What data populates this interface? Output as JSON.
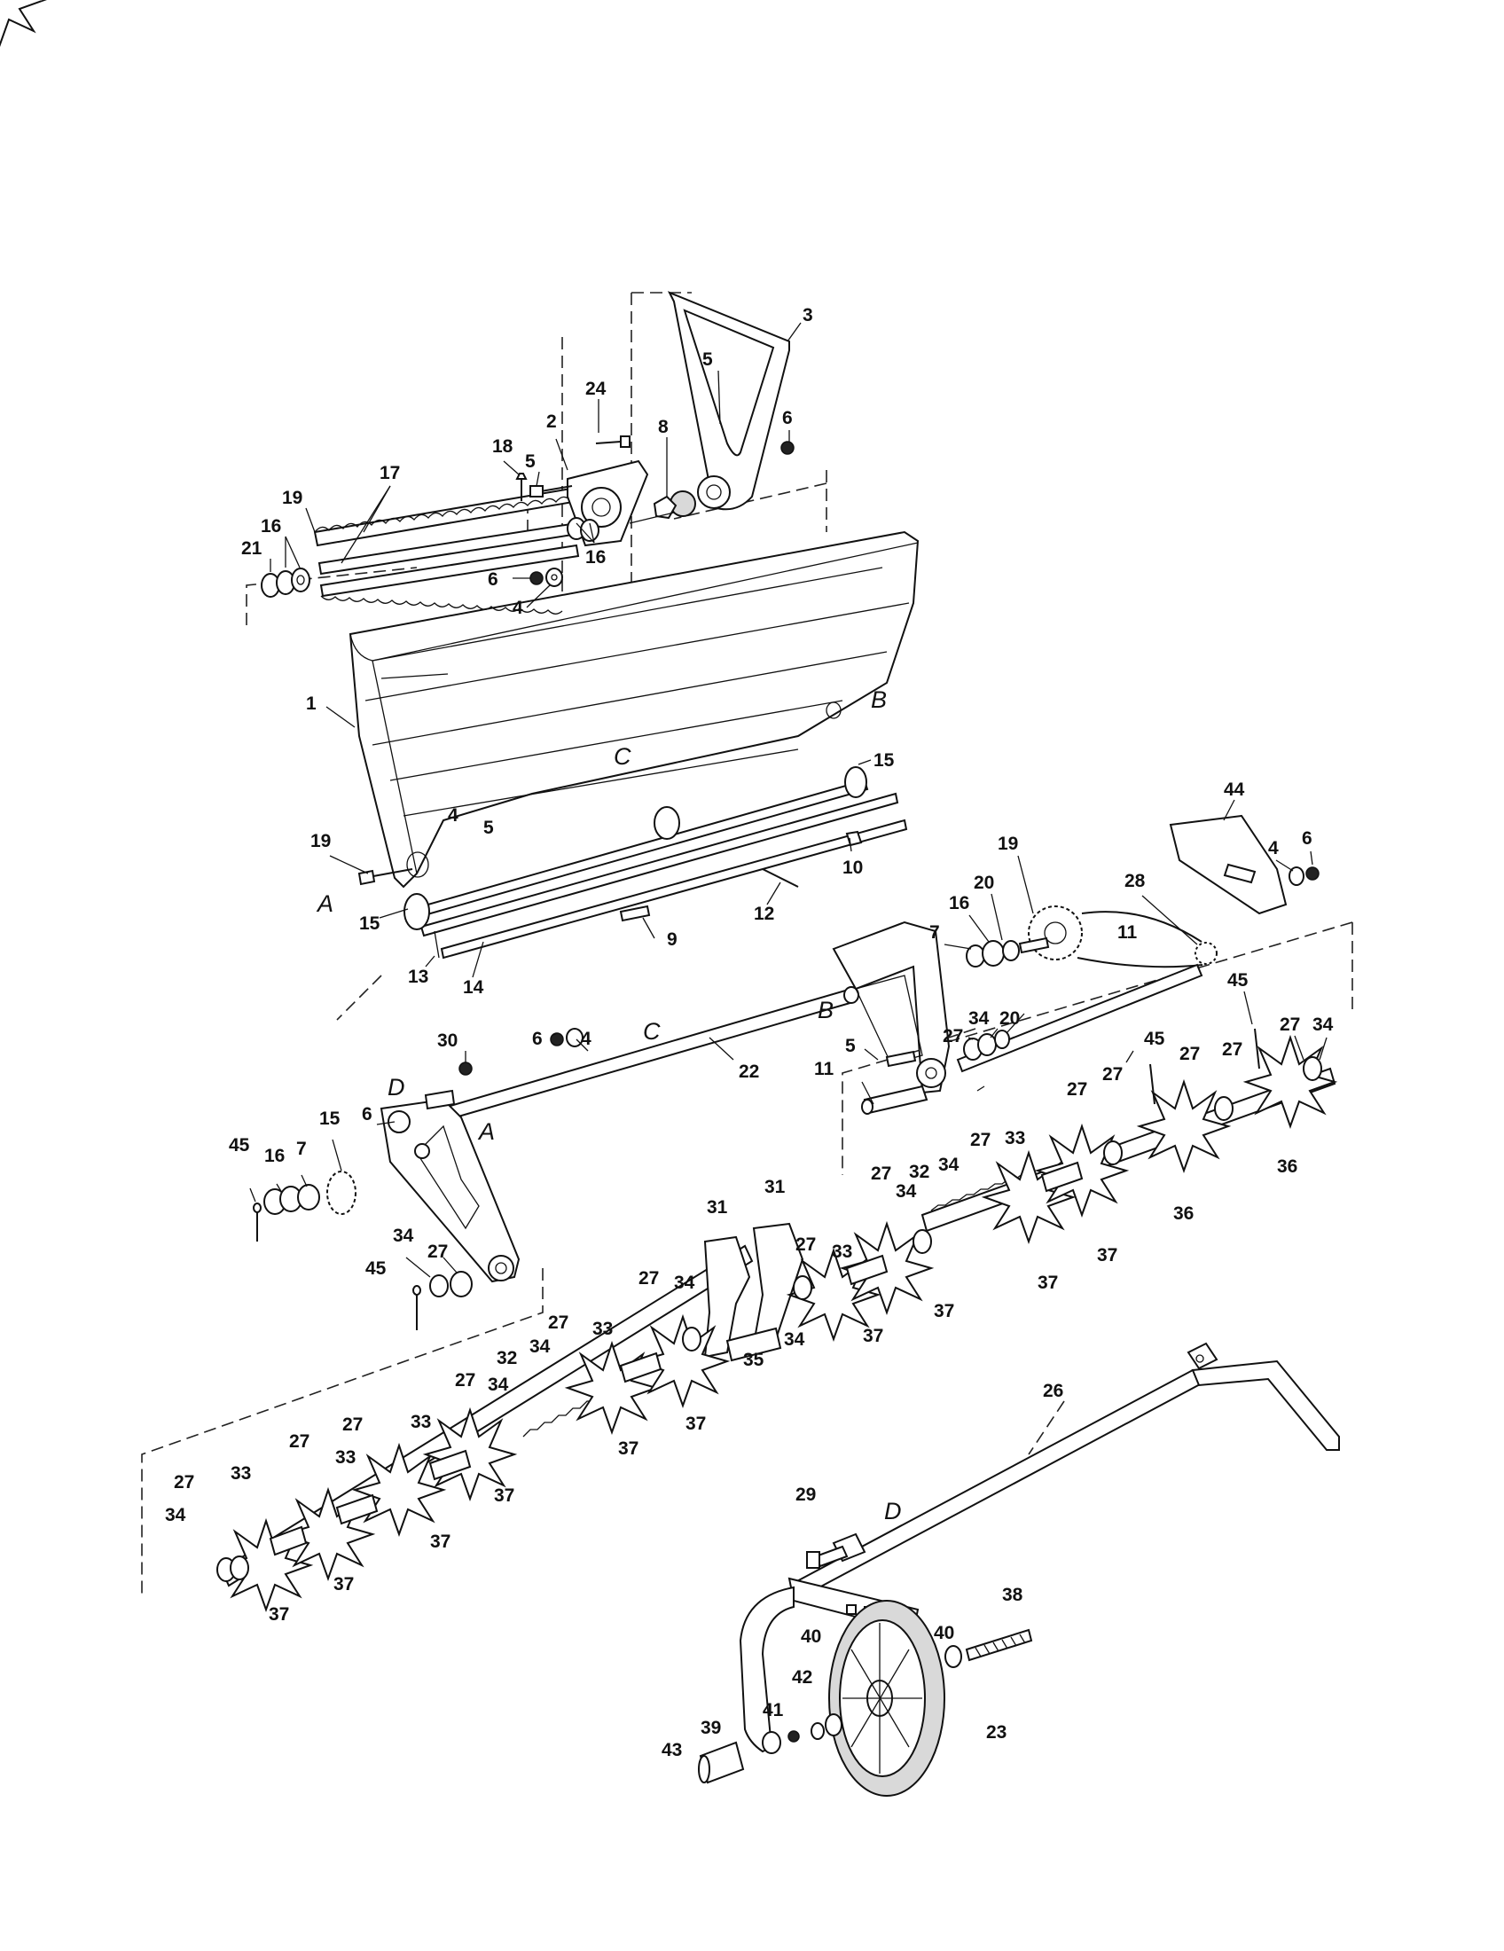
{
  "callouts": [
    {
      "id": "c1",
      "text": "3"
    },
    {
      "id": "c2",
      "text": "5"
    },
    {
      "id": "c3",
      "text": "24"
    },
    {
      "id": "c4",
      "text": "8"
    },
    {
      "id": "c5",
      "text": "6"
    },
    {
      "id": "c6",
      "text": "2"
    },
    {
      "id": "c7",
      "text": "18"
    },
    {
      "id": "c8",
      "text": "17"
    },
    {
      "id": "c9",
      "text": "5"
    },
    {
      "id": "c10",
      "text": "19"
    },
    {
      "id": "c11",
      "text": "16"
    },
    {
      "id": "c12",
      "text": "21"
    },
    {
      "id": "c13",
      "text": "16"
    },
    {
      "id": "c14",
      "text": "6"
    },
    {
      "id": "c15",
      "text": "4"
    },
    {
      "id": "c16",
      "text": "1"
    },
    {
      "id": "c17",
      "text": "15"
    },
    {
      "id": "c18",
      "text": "4"
    },
    {
      "id": "c19",
      "text": "5"
    },
    {
      "id": "c20",
      "text": "19"
    },
    {
      "id": "c21",
      "text": "15"
    },
    {
      "id": "c22",
      "text": "10"
    },
    {
      "id": "c23",
      "text": "12"
    },
    {
      "id": "c24",
      "text": "9"
    },
    {
      "id": "c25",
      "text": "13"
    },
    {
      "id": "c26",
      "text": "14"
    },
    {
      "id": "c27",
      "text": "44"
    },
    {
      "id": "c28",
      "text": "4"
    },
    {
      "id": "c29",
      "text": "6"
    },
    {
      "id": "c30",
      "text": "19"
    },
    {
      "id": "c31",
      "text": "28"
    },
    {
      "id": "c32",
      "text": "20"
    },
    {
      "id": "c33",
      "text": "16"
    },
    {
      "id": "c34",
      "text": "7"
    },
    {
      "id": "c35",
      "text": "11"
    },
    {
      "id": "c36",
      "text": "45"
    },
    {
      "id": "c37",
      "text": "34"
    },
    {
      "id": "c38",
      "text": "27"
    },
    {
      "id": "c39",
      "text": "20"
    },
    {
      "id": "c40",
      "text": "27"
    },
    {
      "id": "c41",
      "text": "34"
    },
    {
      "id": "c42",
      "text": "6"
    },
    {
      "id": "c43",
      "text": "4"
    },
    {
      "id": "c44",
      "text": "30"
    },
    {
      "id": "c45",
      "text": "22"
    },
    {
      "id": "c46",
      "text": "5"
    },
    {
      "id": "c47",
      "text": "11"
    },
    {
      "id": "c48",
      "text": "45"
    },
    {
      "id": "c49",
      "text": "27"
    },
    {
      "id": "c50",
      "text": "27"
    },
    {
      "id": "c51",
      "text": "27"
    },
    {
      "id": "c52",
      "text": "27"
    },
    {
      "id": "c53",
      "text": "36"
    },
    {
      "id": "c54",
      "text": "36"
    },
    {
      "id": "c55",
      "text": "6"
    },
    {
      "id": "c56",
      "text": "45"
    },
    {
      "id": "c57",
      "text": "16"
    },
    {
      "id": "c58",
      "text": "7"
    },
    {
      "id": "c59",
      "text": "15"
    },
    {
      "id": "c60",
      "text": "33"
    },
    {
      "id": "c61",
      "text": "27"
    },
    {
      "id": "c62",
      "text": "32"
    },
    {
      "id": "c63",
      "text": "34"
    },
    {
      "id": "c64",
      "text": "27"
    },
    {
      "id": "c65",
      "text": "34"
    },
    {
      "id": "c66",
      "text": "37"
    },
    {
      "id": "c67",
      "text": "37"
    },
    {
      "id": "c68",
      "text": "31"
    },
    {
      "id": "c69",
      "text": "31"
    },
    {
      "id": "c70",
      "text": "27"
    },
    {
      "id": "c71",
      "text": "33"
    },
    {
      "id": "c72",
      "text": "37"
    },
    {
      "id": "c73",
      "text": "34"
    },
    {
      "id": "c74",
      "text": "27"
    },
    {
      "id": "c75",
      "text": "45"
    },
    {
      "id": "c76",
      "text": "27"
    },
    {
      "id": "c77",
      "text": "34"
    },
    {
      "id": "c78",
      "text": "37"
    },
    {
      "id": "c79",
      "text": "34"
    },
    {
      "id": "c80",
      "text": "35"
    },
    {
      "id": "c81",
      "text": "27"
    },
    {
      "id": "c82",
      "text": "33"
    },
    {
      "id": "c83",
      "text": "37"
    },
    {
      "id": "c84",
      "text": "32"
    },
    {
      "id": "c85",
      "text": "34"
    },
    {
      "id": "c86",
      "text": "27"
    },
    {
      "id": "c87",
      "text": "34"
    },
    {
      "id": "c88",
      "text": "37"
    },
    {
      "id": "c89",
      "text": "27"
    },
    {
      "id": "c90",
      "text": "33"
    },
    {
      "id": "c91",
      "text": "37"
    },
    {
      "id": "c92",
      "text": "27"
    },
    {
      "id": "c93",
      "text": "33"
    },
    {
      "id": "c94",
      "text": "37"
    },
    {
      "id": "c95",
      "text": "27"
    },
    {
      "id": "c96",
      "text": "33"
    },
    {
      "id": "c97",
      "text": "34"
    },
    {
      "id": "c98",
      "text": "37"
    },
    {
      "id": "c99",
      "text": "37"
    },
    {
      "id": "c100",
      "text": "26"
    },
    {
      "id": "c101",
      "text": "29"
    },
    {
      "id": "c102",
      "text": "38"
    },
    {
      "id": "c103",
      "text": "40"
    },
    {
      "id": "c104",
      "text": "40"
    },
    {
      "id": "c105",
      "text": "42"
    },
    {
      "id": "c106",
      "text": "41"
    },
    {
      "id": "c107",
      "text": "39"
    },
    {
      "id": "c108",
      "text": "43"
    },
    {
      "id": "c109",
      "text": "23"
    }
  ],
  "reference_letters": [
    {
      "id": "l1",
      "text": "B"
    },
    {
      "id": "l2",
      "text": "C"
    },
    {
      "id": "l3",
      "text": "A"
    },
    {
      "id": "l4",
      "text": "B"
    },
    {
      "id": "l5",
      "text": "C"
    },
    {
      "id": "l6",
      "text": "D"
    },
    {
      "id": "l7",
      "text": "A"
    },
    {
      "id": "l8",
      "text": "D"
    }
  ]
}
